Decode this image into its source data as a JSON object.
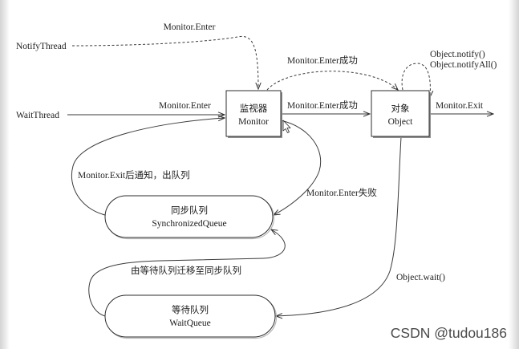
{
  "threads": {
    "notify_thread": "NotifyThread",
    "wait_thread": "WaitThread"
  },
  "nodes": {
    "monitor": {
      "title_cn": "监视器",
      "title_en": "Monitor"
    },
    "object": {
      "title_cn": "对象",
      "title_en": "Object"
    },
    "synchronized_queue": {
      "title_cn": "同步队列",
      "title_en": "SynchronizedQueue"
    },
    "wait_queue": {
      "title_cn": "等待队列",
      "title_en": "WaitQueue"
    }
  },
  "edge_labels": {
    "notify_thread_enter": "Monitor.Enter",
    "wait_thread_enter": "Monitor.Enter",
    "monitor_to_object_dashed": "Monitor.Enter成功",
    "monitor_to_object": "Monitor.Enter成功",
    "object_notify": "Object.notify()",
    "object_notify_all": "Object.notifyAll()",
    "object_exit": "Monitor.Exit",
    "sync_queue_to_monitor": "Monitor.Exit后通知，出队列",
    "monitor_to_sync_queue": "Monitor.Enter失败",
    "wait_queue_to_sync_queue": "由等待队列迁移至同步队列",
    "object_to_wait_queue": "Object.wait()"
  },
  "watermark": "CSDN @tudou186"
}
